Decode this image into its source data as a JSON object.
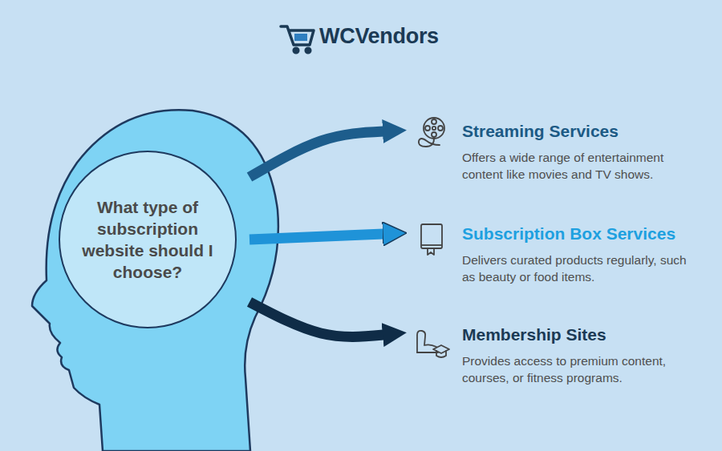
{
  "diagram": {
    "nodes": [
      {
        "text": [
          "What type of subscription website should I choose?"
        ]
      },
      {
        "text": [
          "Streaming Services",
          "Offers a wide range of entertainment content like movies and TV shows."
        ]
      },
      {
        "text": [
          "Subscription Box Services",
          "Delivers curated products regularly, such as beauty or food items."
        ]
      },
      {
        "text": [
          "Membership Sites",
          "Provides access to premium content, courses, or fitness programs."
        ]
      }
    ],
    "edges": [
      {
        "from": 0,
        "to": 1,
        "arrow": "to"
      },
      {
        "from": 0,
        "to": 2,
        "arrow": "to"
      },
      {
        "from": 0,
        "to": 3,
        "arrow": "to"
      }
    ],
    "labels": [
      "WCVendors"
    ]
  }
}
